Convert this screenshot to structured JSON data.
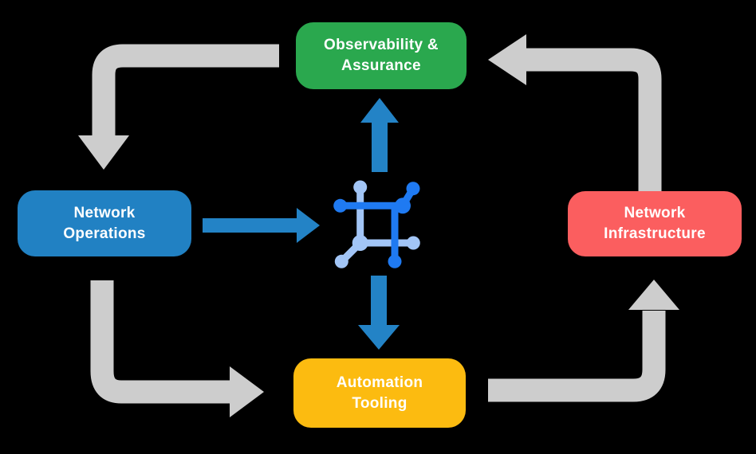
{
  "diagram": {
    "nodes": [
      {
        "id": "observability",
        "label": "Observability &\nAssurance",
        "color_key": "observability_green"
      },
      {
        "id": "operations",
        "label": "Network\nOperations",
        "color_key": "operations_blue"
      },
      {
        "id": "infrastructure",
        "label": "Network\nInfrastructure",
        "color_key": "infrastructure_red"
      },
      {
        "id": "tooling",
        "label": "Automation\nTooling",
        "color_key": "tooling_yellow"
      }
    ],
    "center_icon": {
      "name": "network-topology-icon"
    },
    "flow": {
      "outer_cycle": [
        {
          "from": "Observability & Assurance",
          "to": "Network Operations"
        },
        {
          "from": "Network Operations",
          "to": "Automation Tooling"
        },
        {
          "from": "Automation Tooling",
          "to": "Network Infrastructure"
        },
        {
          "from": "Network Infrastructure",
          "to": "Observability & Assurance"
        }
      ],
      "center_links": [
        {
          "from": "Network Operations",
          "to": "network-topology-icon"
        },
        {
          "from": "network-topology-icon",
          "to": "Observability & Assurance"
        },
        {
          "from": "network-topology-icon",
          "to": "Automation Tooling"
        }
      ]
    }
  },
  "colors": {
    "background": "#000000",
    "observability_green": "#2aa84e",
    "operations_blue": "#2181c3",
    "infrastructure_red": "#fb5e5f",
    "tooling_yellow": "#fcbb10",
    "arrow_gray": "#cdcdcd",
    "flow_arrow_blue": "#2383c6",
    "icon_dark_blue": "#1f7af2",
    "icon_light_blue": "#a2c5f6",
    "label_text": "#ffffff"
  }
}
